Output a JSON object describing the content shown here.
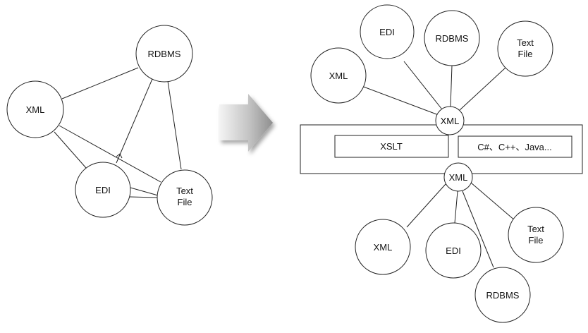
{
  "left_diagram": {
    "nodes": {
      "xml": "XML",
      "rdbms": "RDBMS",
      "edi": "EDI",
      "text_file": [
        "Text",
        "File"
      ]
    }
  },
  "right_diagram": {
    "top_nodes": {
      "edi": "EDI",
      "rdbms": "RDBMS",
      "xml": "XML",
      "text_file": [
        "Text",
        "File"
      ]
    },
    "hub_top": "XML",
    "hub_bottom": "XML",
    "processor": {
      "xslt": "XSLT",
      "languages": "C#、C++、Java..."
    },
    "bottom_nodes": {
      "xml": "XML",
      "edi": "EDI",
      "text_file": [
        "Text",
        "File"
      ],
      "rdbms": "RDBMS"
    }
  },
  "colors": {
    "stroke": "#222222",
    "arrow_light": "#f2f2f2",
    "arrow_dark": "#8c8c8c"
  }
}
